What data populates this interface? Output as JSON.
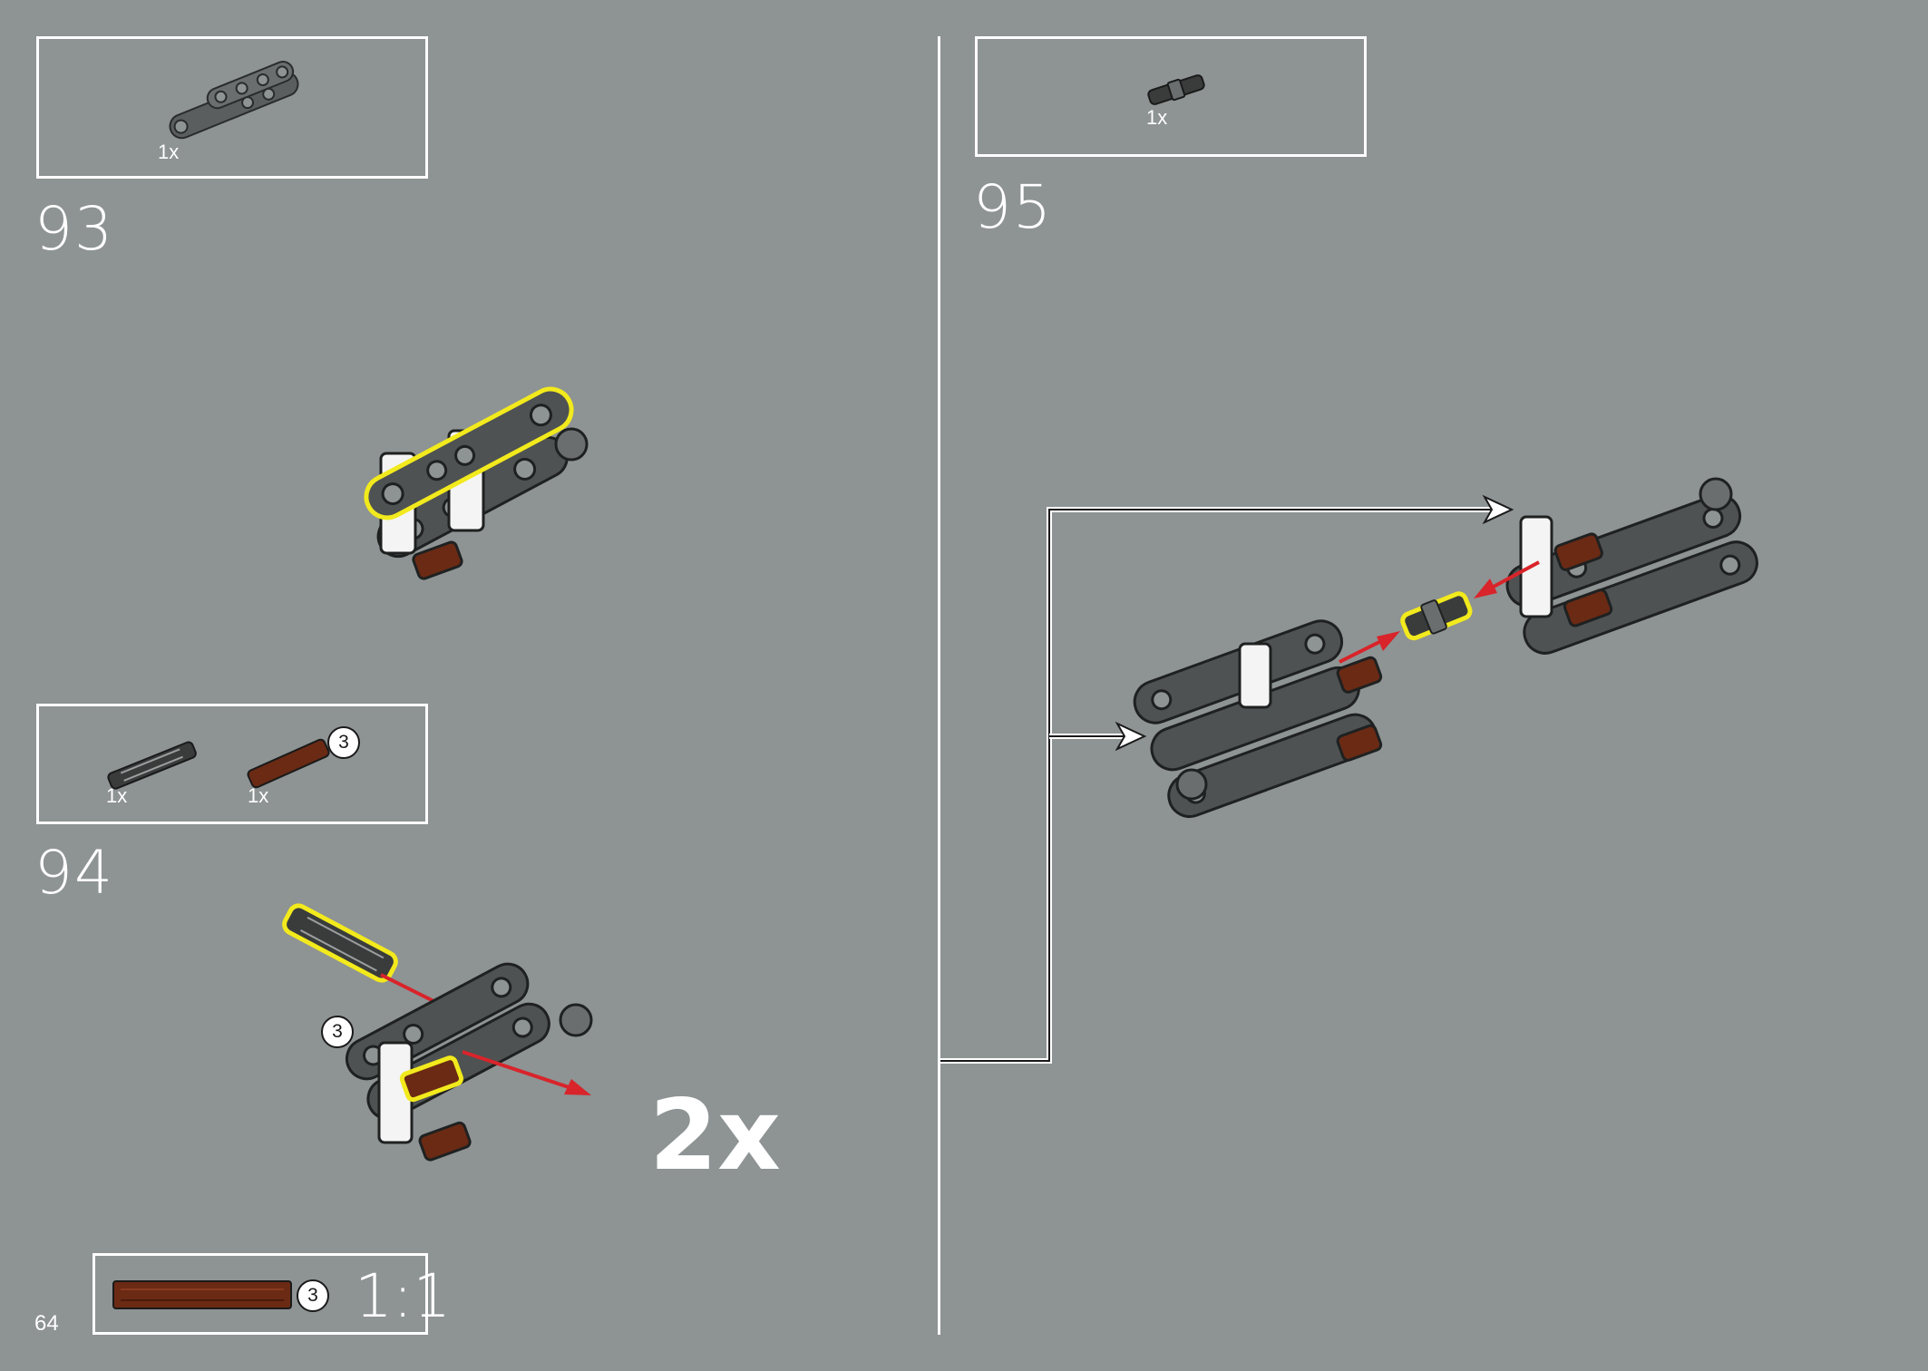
{
  "page": {
    "number": "64"
  },
  "steps": [
    {
      "number": "93",
      "parts": [
        {
          "qty": "1x",
          "icon": "beam-with-ball-icon"
        }
      ]
    },
    {
      "number": "94",
      "multiplier": "2x",
      "callout": "3",
      "parts": [
        {
          "qty": "1x",
          "icon": "pin-with-axle-icon"
        },
        {
          "qty": "1x",
          "icon": "axle-3-icon",
          "callout": "3"
        }
      ]
    },
    {
      "number": "95",
      "parts": [
        {
          "qty": "1x",
          "icon": "axle-pin-connector-icon"
        }
      ]
    }
  ],
  "scale_box": {
    "label": "1:1",
    "callout": "3"
  },
  "colors": {
    "background": "#8e9393",
    "dark_gray": "#4e5252",
    "reddish_brown": "#6b2a14",
    "highlight": "#f2ea1c",
    "arrow_red": "#d8242a"
  }
}
